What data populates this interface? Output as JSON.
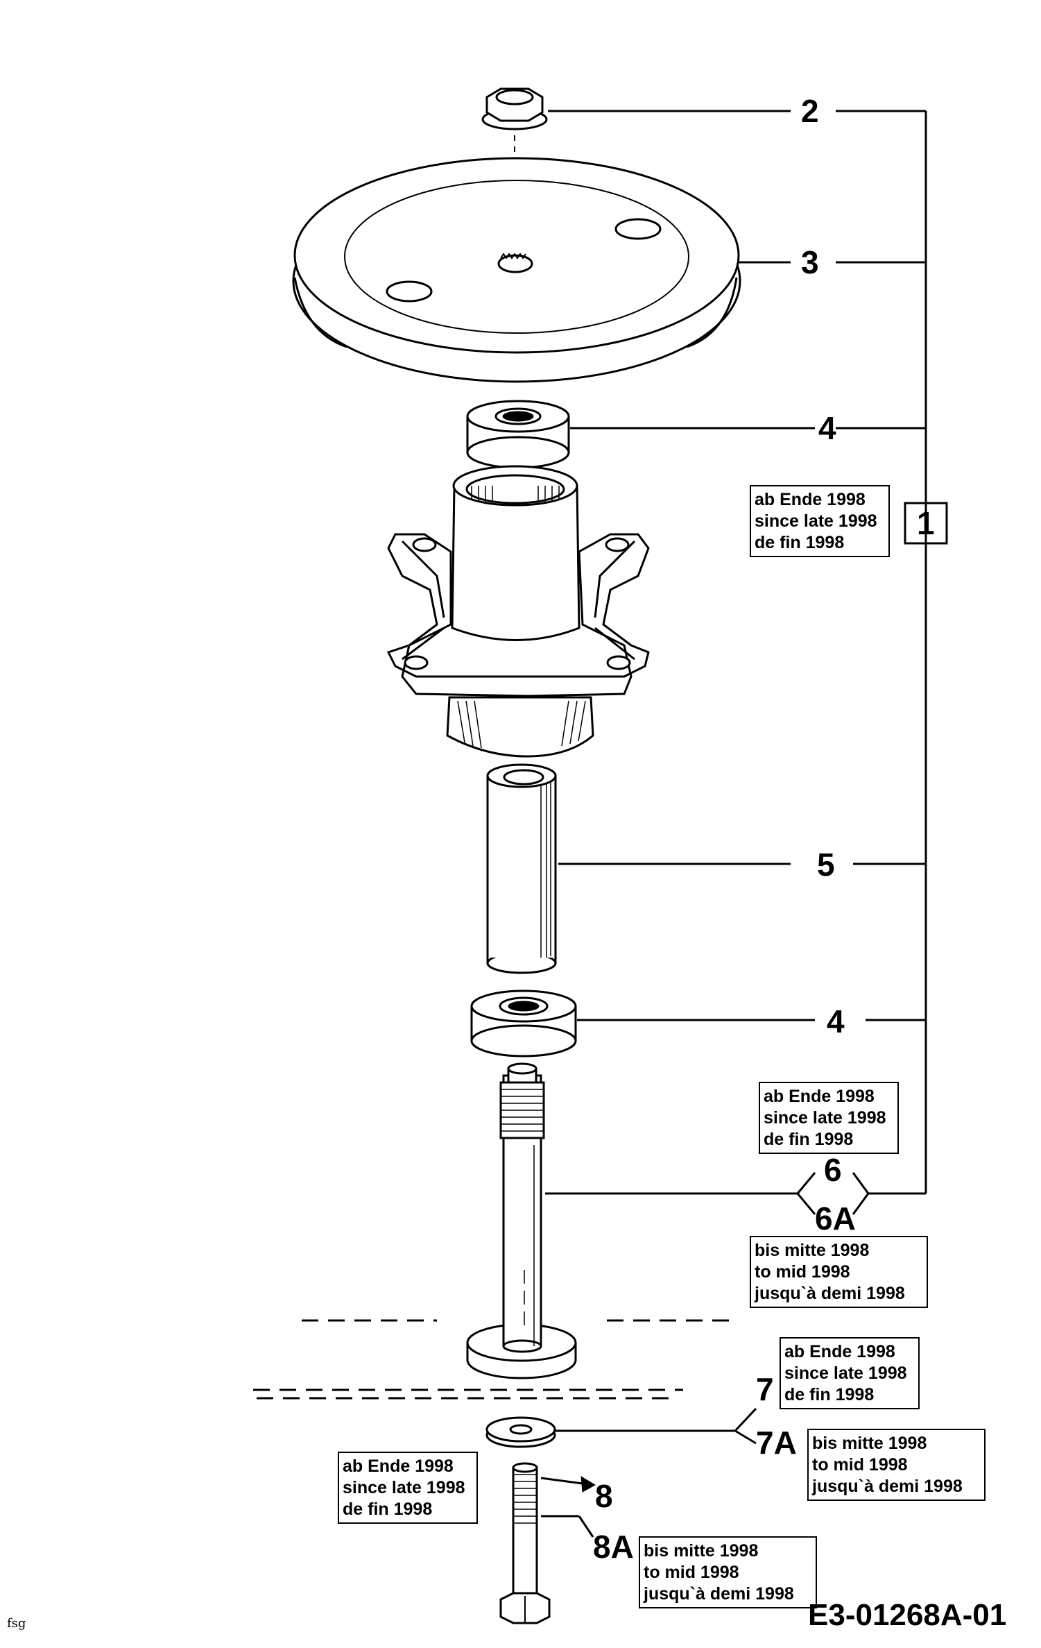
{
  "callouts": {
    "c2": "2",
    "c3": "3",
    "c4_upper": "4",
    "c1": "1",
    "c5": "5",
    "c4_lower": "4",
    "c6": "6",
    "c6A": "6A",
    "c7": "7",
    "c7A": "7A",
    "c8": "8",
    "c8A": "8A"
  },
  "notes": {
    "n1": [
      "ab Ende 1998",
      "since late 1998",
      "de fin 1998"
    ],
    "n6": [
      "ab Ende 1998",
      "since late 1998",
      "de fin 1998"
    ],
    "n6A": [
      "bis mitte 1998",
      "to mid 1998",
      "jusqu`à demi 1998"
    ],
    "n7": [
      "ab Ende 1998",
      "since late 1998",
      "de fin 1998"
    ],
    "n7A": [
      "bis mitte 1998",
      "to mid 1998",
      "jusqu`à demi 1998"
    ],
    "n8": [
      "ab Ende 1998",
      "since late 1998",
      "de fin 1998"
    ],
    "n8A": [
      "bis mitte 1998",
      "to mid 1998",
      "jusqu`à demi 1998"
    ]
  },
  "diagram_code": "E3-01268A-01",
  "corner_mark": "fsg",
  "parts": [
    "hex-nut",
    "pulley",
    "upper-bearing",
    "spindle-housing",
    "spacer-tube",
    "lower-bearing",
    "spindle-shaft",
    "washer",
    "bolt"
  ]
}
